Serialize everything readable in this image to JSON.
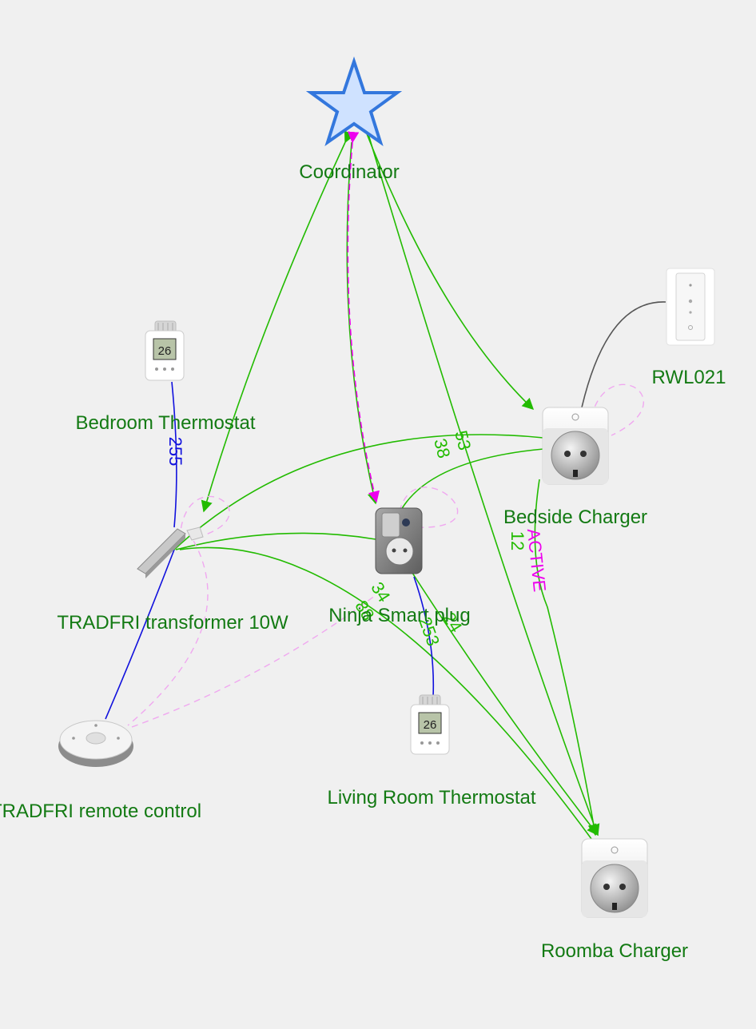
{
  "nodes": {
    "coordinator": "Coordinator",
    "rwl021": "RWL021",
    "bedroom_thermostat": "Bedroom Thermostat",
    "bedside_charger": "Bedside Charger",
    "tradfri_transformer": "TRADFRI transformer 10W",
    "ninja_smart_plug": "Ninja Smart plug",
    "tradfri_remote": "TRADFRI remote control",
    "living_room_thermostat": "Living Room Thermostat",
    "roomba_charger": "Roomba Charger"
  },
  "edge_labels": {
    "bedroom_transformer": "255",
    "coord_roomba": "53",
    "bedside_transformer": "38",
    "bedside_roomba": "12",
    "active_route": "ACTIVE",
    "ninja_transformer": "34",
    "ninja_roomba": "24",
    "transformer_remote": "88",
    "ninja_living": "253"
  },
  "colors": {
    "background": "#f0f0f0",
    "link": "#22bb00",
    "router_link": "#1111dd",
    "route": "#ee00ee",
    "dashed": "#f0a8f0",
    "label": "#137a13",
    "wire": "#555555",
    "star_fill": "#cfe2ff",
    "star_stroke": "#3377dd"
  },
  "icons": {
    "coordinator": "star-icon",
    "thermostat": "thermostat-icon",
    "plug": "smart-plug-icon",
    "dimmer": "dimmer-switch-icon",
    "transformer": "transformer-icon",
    "remote": "round-remote-icon"
  }
}
